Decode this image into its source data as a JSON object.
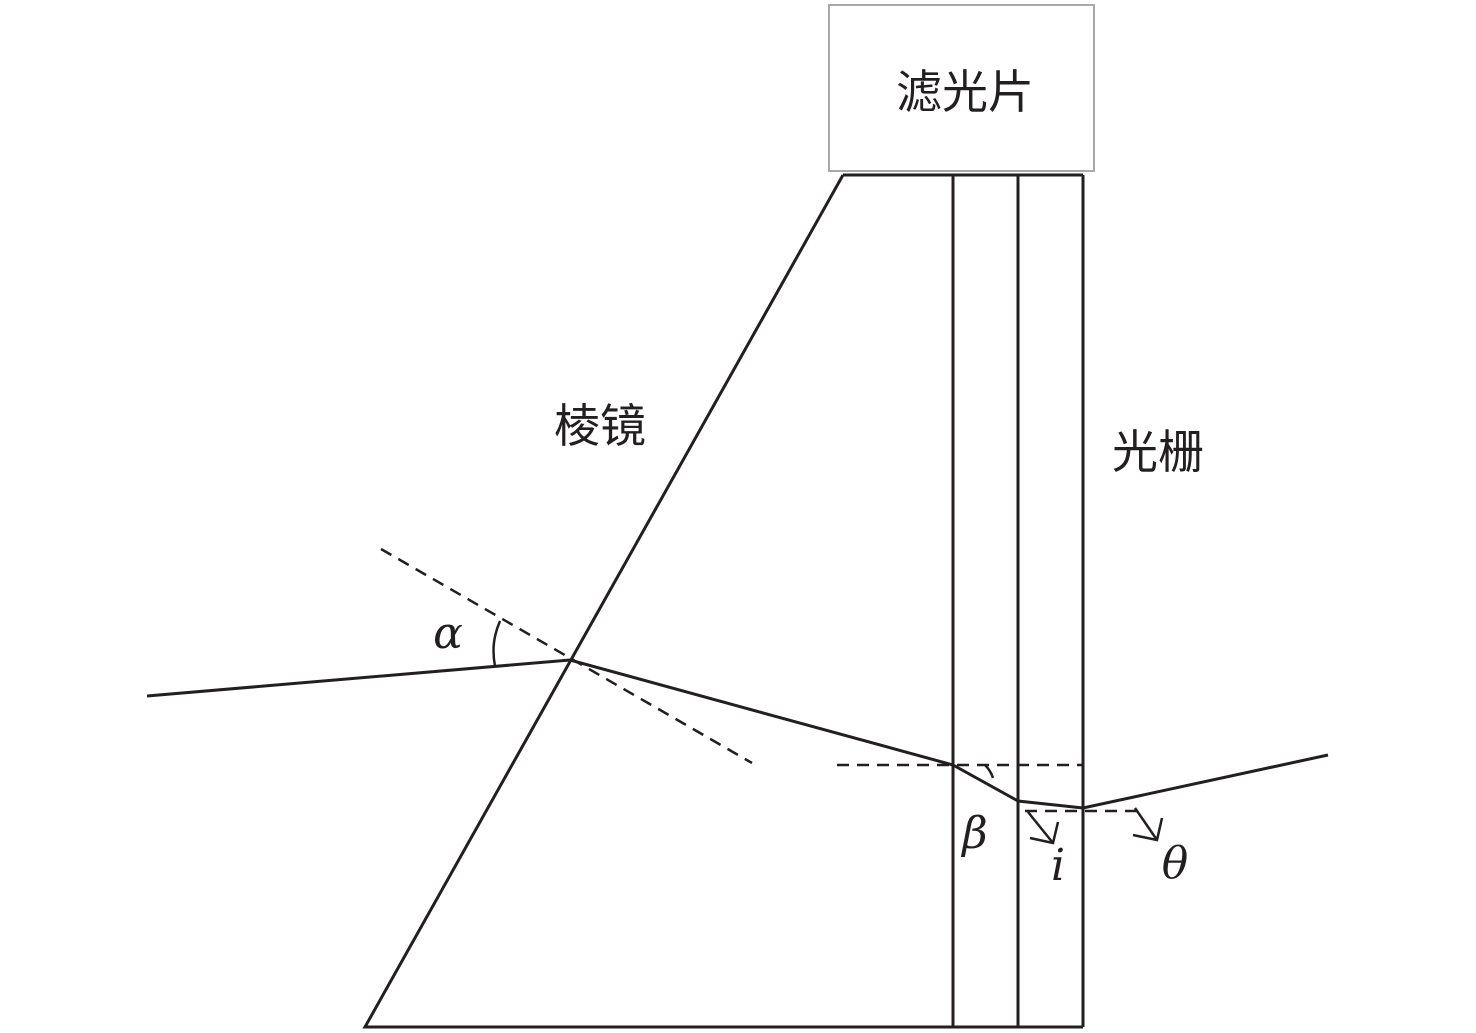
{
  "labels": {
    "filter": "滤光片",
    "prism": "棱镜",
    "grating": "光栅",
    "alpha": "α",
    "beta": "β",
    "i": "i",
    "theta": "θ"
  },
  "colors": {
    "line": "#231f20",
    "box": "#a7a9ac"
  }
}
